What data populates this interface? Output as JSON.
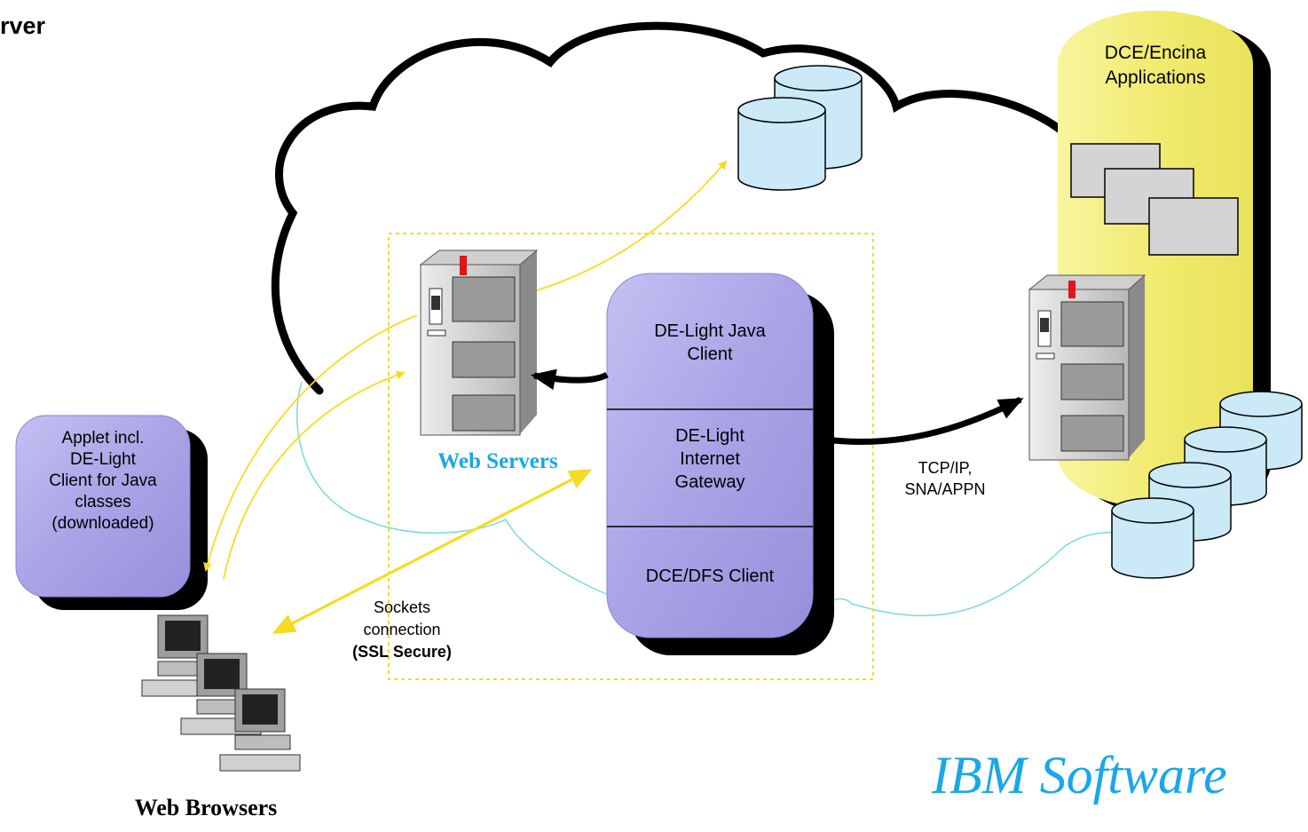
{
  "header": {
    "title_fragment": "rver"
  },
  "applet_box": {
    "lines": [
      "Applet incl.",
      "DE-Light",
      "Client for Java",
      "classes",
      "(downloaded)"
    ]
  },
  "web_servers": {
    "label": "Web Servers",
    "label_color": "#19A7E8"
  },
  "gateway_box": {
    "section_1": [
      "DE-Light Java",
      "Client"
    ],
    "section_2": [
      "DE-Light",
      "Internet",
      "Gateway"
    ],
    "section_3": "DCE/DFS Client"
  },
  "applications_panel": {
    "title_lines": [
      "DCE/Encina",
      "Applications"
    ]
  },
  "protocol_label": [
    "TCP/IP,",
    "SNA/APPN"
  ],
  "sockets_label": {
    "lines": [
      "Sockets",
      "connection"
    ],
    "emphasis": "(SSL Secure)"
  },
  "web_browsers": {
    "label": "Web Browsers"
  },
  "branding": {
    "logo_text": "IBM Software",
    "logo_color": "#19A7E8"
  },
  "colors": {
    "purple_box": "#AAA4E6",
    "yellow_panel": "#F3EE7C",
    "database": "#CBE9F6",
    "arrow_yellow": "#F5DC22",
    "network_line": "#7FD8DC",
    "shadow": "#000000"
  }
}
